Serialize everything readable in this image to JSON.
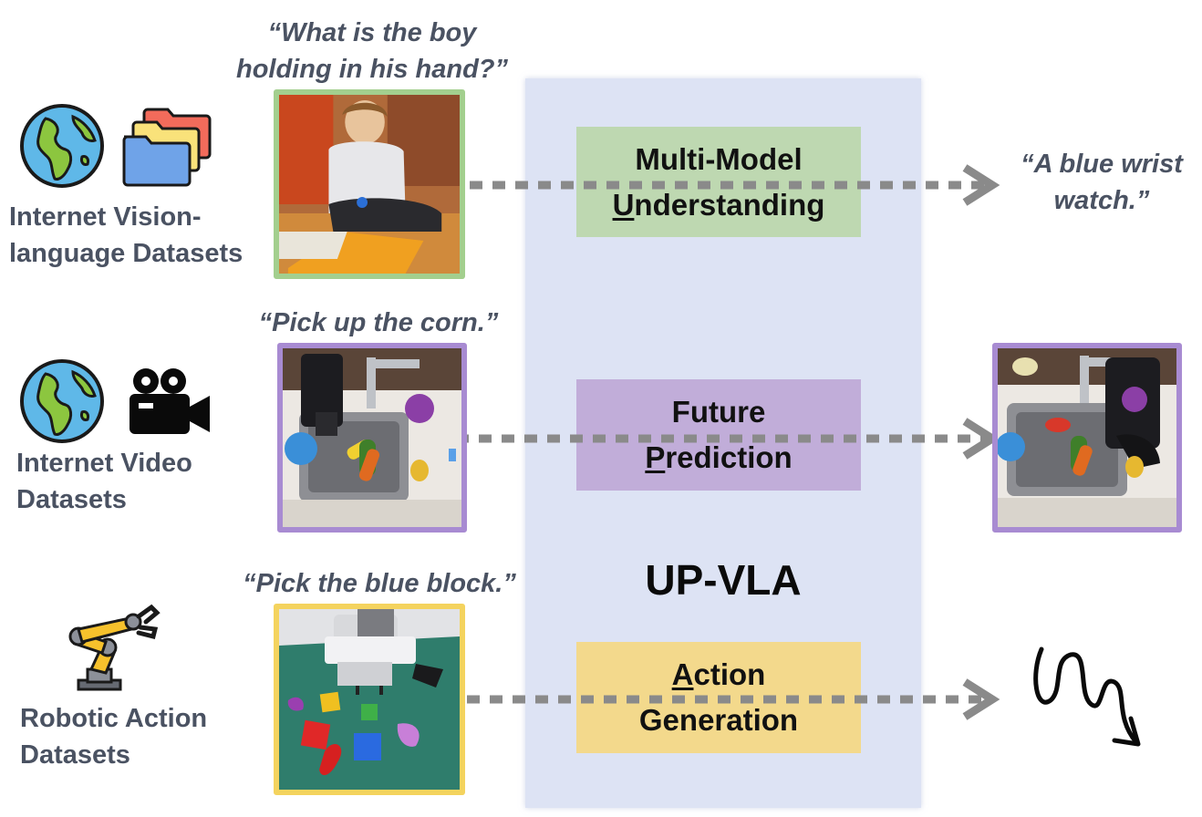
{
  "center": {
    "brand": "UP-VLA",
    "modules": [
      {
        "key": "understanding",
        "line1": "Multi-Model",
        "line2_first": "U",
        "line2_rest": "nderstanding",
        "color": "#bed8b1"
      },
      {
        "key": "prediction",
        "line1": "Future",
        "line2_first": "P",
        "line2_rest": "rediction",
        "color": "#c1add9"
      },
      {
        "key": "action",
        "line1_first": "A",
        "line1_rest": "ction",
        "line2": "Generation",
        "color": "#f3d98c"
      }
    ]
  },
  "rows": [
    {
      "dataset": [
        "Internet Vision-",
        "language Datasets"
      ],
      "quote": [
        "“What is the boy",
        "holding in his hand?”"
      ],
      "output": [
        "“A blue wrist",
        "watch.”"
      ],
      "frame_color": "#a3cf8e",
      "icons": [
        "globe-icon",
        "folders-icon"
      ]
    },
    {
      "dataset": [
        "Internet Video",
        "Datasets"
      ],
      "quote": [
        "“Pick up the corn.”"
      ],
      "frame_color": "#a88bd2",
      "icons": [
        "globe-icon",
        "video-camera-icon"
      ]
    },
    {
      "dataset": [
        "Robotic Action",
        "Datasets"
      ],
      "quote": [
        "“Pick the blue block.”"
      ],
      "frame_color": "#f4d35e",
      "icons": [
        "robot-arm-icon"
      ]
    }
  ],
  "colors": {
    "arrow": "#8a8a8a",
    "panel": "#dde3f4",
    "label": "#4a5262"
  }
}
